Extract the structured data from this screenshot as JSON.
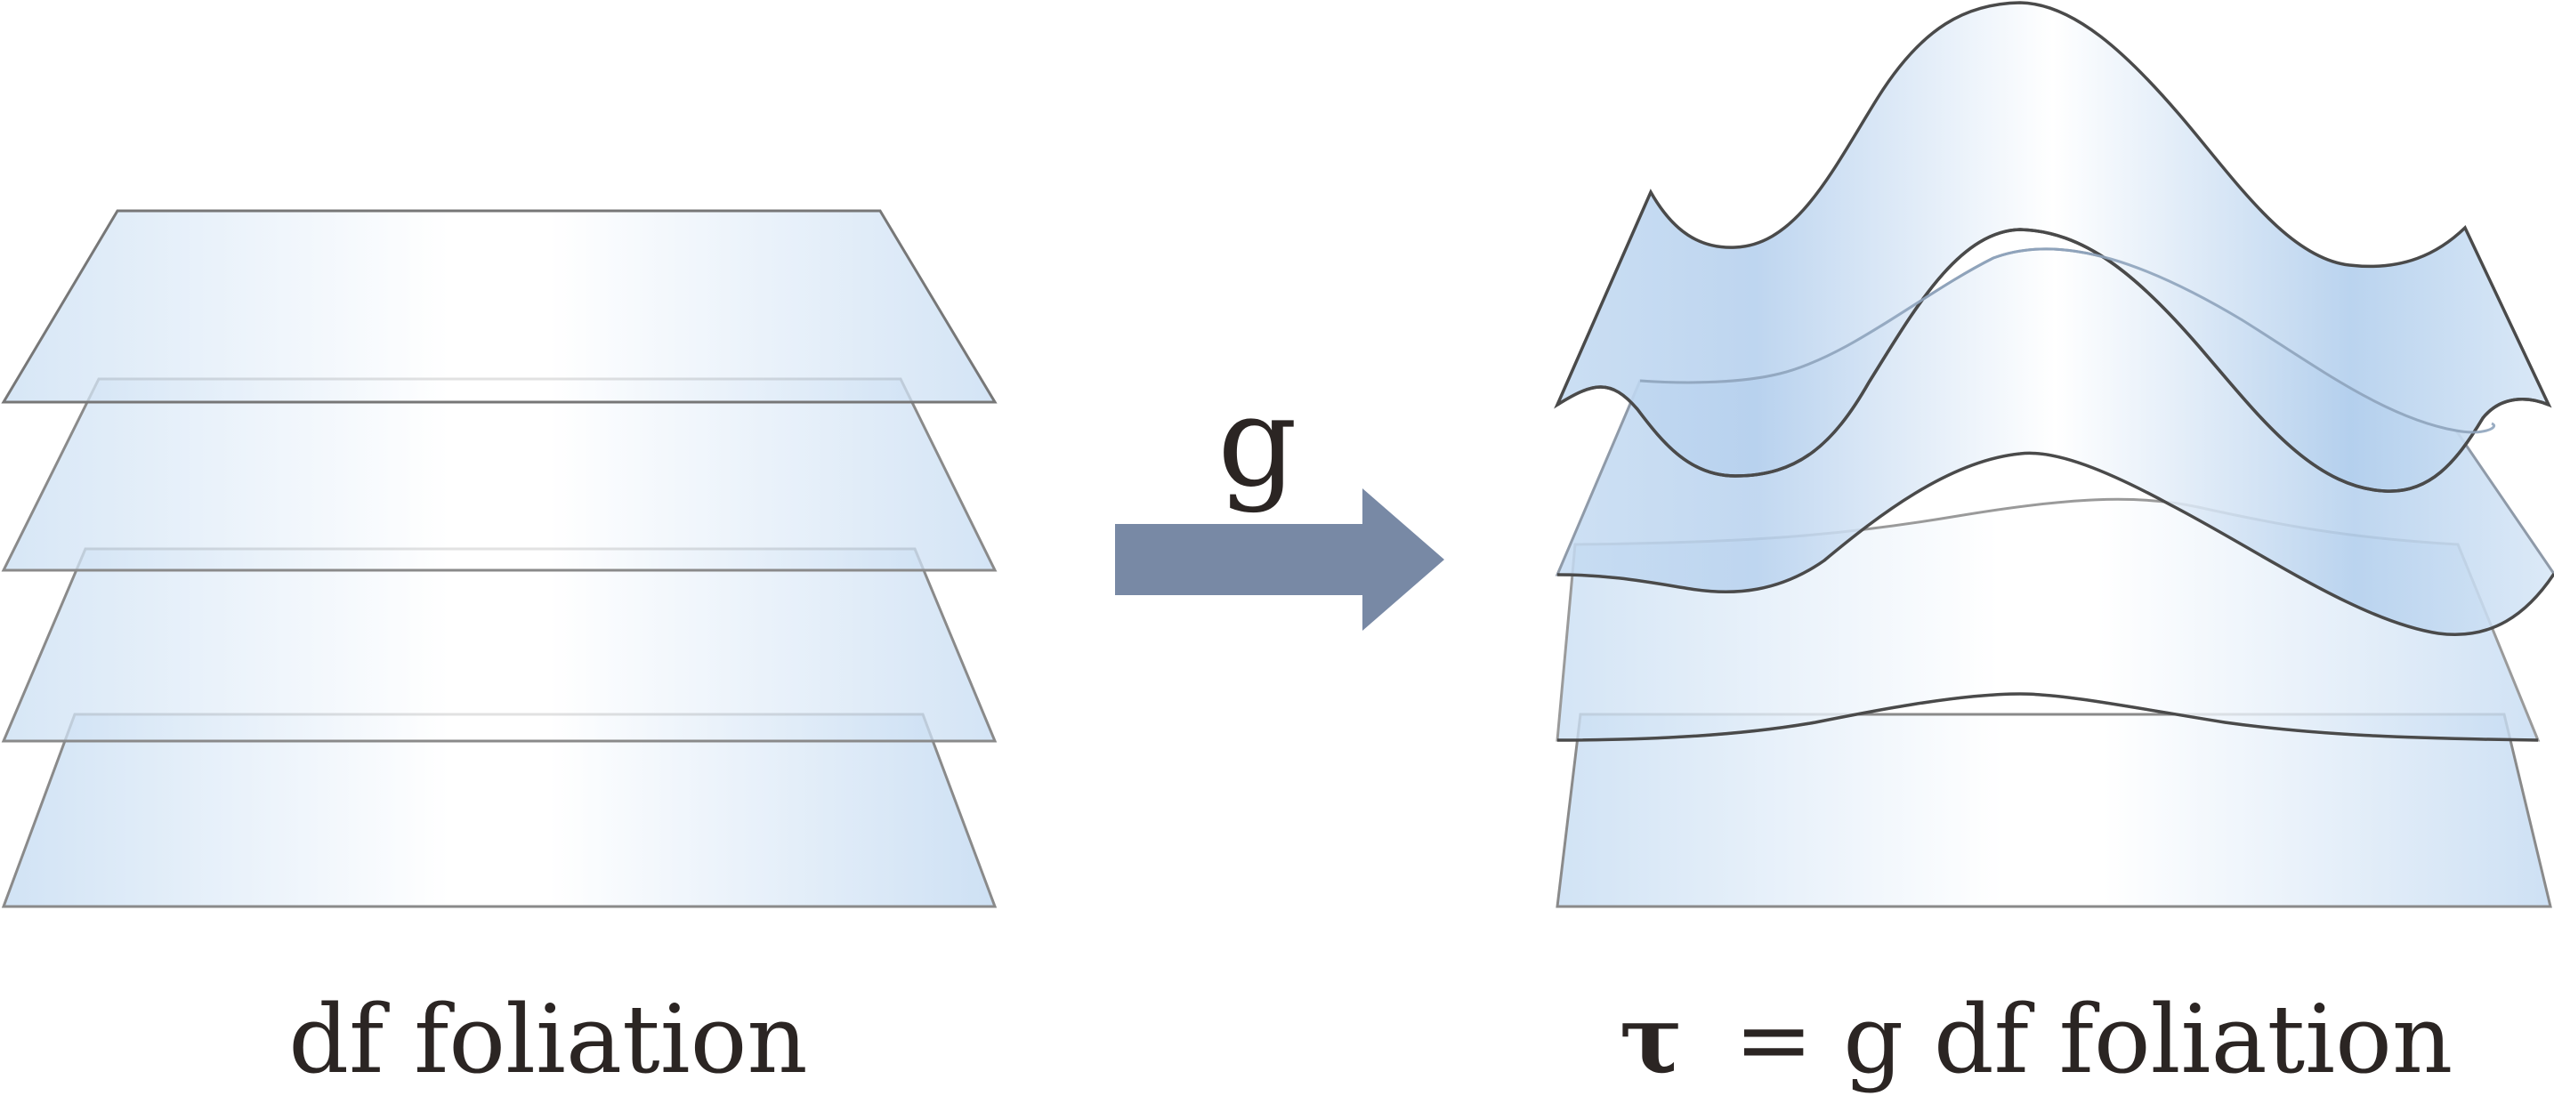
{
  "arrow": {
    "label": "g",
    "color": "#7889a5"
  },
  "captions": {
    "left": "df foliation",
    "right_symbol": "τ",
    "right_rest": "= g df foliation"
  },
  "colors": {
    "sheet_edge": "#b9d3ee",
    "sheet_center": "#ffffff",
    "outline": "#6e6e6e",
    "curve": "#4a4a4a",
    "text": "#2b2523"
  }
}
